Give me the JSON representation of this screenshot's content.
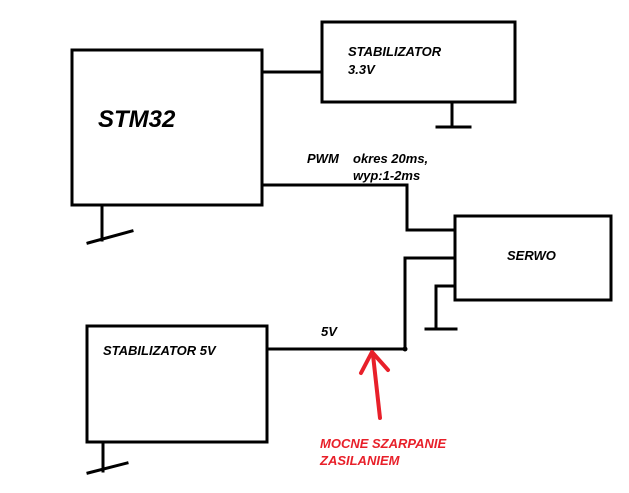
{
  "blocks": {
    "stm32": "STM32",
    "stab33_line1": "STABILIZATOR",
    "stab33_line2": "3.3V",
    "serwo": "SERWO",
    "stab5": "STABILIZATOR 5V"
  },
  "wires": {
    "pwm": "PWM",
    "pwm_note_line1": "okres 20ms,",
    "pwm_note_line2": "wyp:1-2ms",
    "v5": "5V"
  },
  "annotation": {
    "line1": "MOCNE SZARPANIE",
    "line2": "ZASILANIEM",
    "color": "#e8202a"
  },
  "colors": {
    "ink": "#000000",
    "background": "#ffffff"
  }
}
